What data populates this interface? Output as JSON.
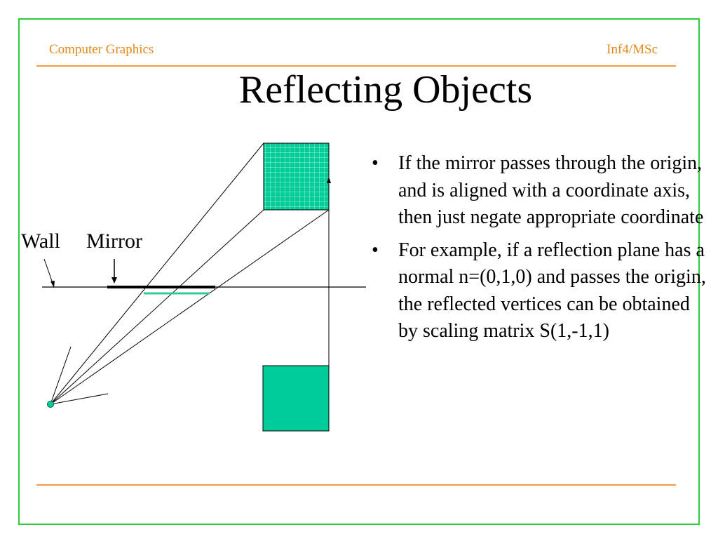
{
  "header": {
    "left": "Computer Graphics",
    "right": "Inf4/MSc"
  },
  "title": "Reflecting Objects",
  "figure": {
    "wall_label": "Wall",
    "mirror_label": "Mirror",
    "colors": {
      "object": "#00cc99",
      "mirror": "#000000",
      "mirror_reflection": "#33cc99",
      "lines": "#000000"
    }
  },
  "bullets": [
    {
      "marker": "•",
      "text": "If the mirror passes through the origin, and is aligned with a coordinate axis, then just negate appropriate coordinate"
    },
    {
      "marker": "•",
      "text": "For example, if a reflection plane has a normal n=(0,1,0) and passes the origin, the reflected vertices can be obtained by scaling matrix S(1,-1,1)"
    }
  ]
}
